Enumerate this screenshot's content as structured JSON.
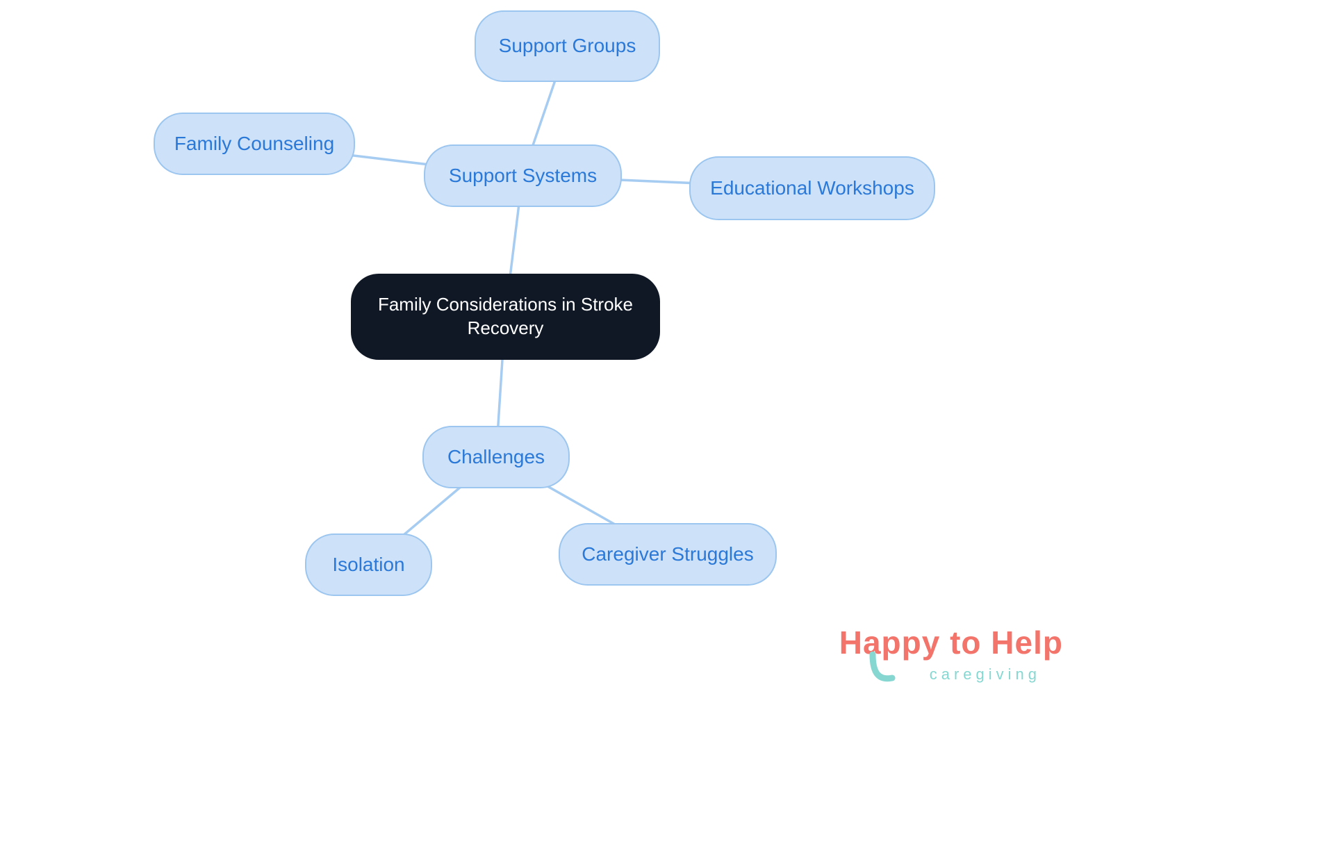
{
  "mindmap": {
    "center": {
      "label": "Family Considerations in Stroke Recovery"
    },
    "nodes": {
      "support_systems": {
        "label": "Support Systems"
      },
      "support_groups": {
        "label": "Support Groups"
      },
      "family_counseling": {
        "label": "Family Counseling"
      },
      "educational_workshops": {
        "label": "Educational Workshops"
      },
      "challenges": {
        "label": "Challenges"
      },
      "isolation": {
        "label": "Isolation"
      },
      "caregiver_struggles": {
        "label": "Caregiver Struggles"
      }
    },
    "edges": [
      {
        "from": "support_groups",
        "to": "support_systems"
      },
      {
        "from": "family_counseling",
        "to": "support_systems"
      },
      {
        "from": "educational_workshops",
        "to": "support_systems"
      },
      {
        "from": "support_systems",
        "to": "center"
      },
      {
        "from": "center",
        "to": "challenges"
      },
      {
        "from": "challenges",
        "to": "isolation"
      },
      {
        "from": "challenges",
        "to": "caregiver_struggles"
      }
    ]
  },
  "logo": {
    "title": "Happy to Help",
    "subtitle": "caregiving"
  },
  "colors": {
    "node_fill": "#cde2f9",
    "node_border": "#9cc6ef",
    "node_text": "#2a78d8",
    "center_fill": "#101826",
    "center_text": "#ffffff",
    "edge": "#a6ccf2",
    "logo_primary": "#f3746b",
    "logo_secondary": "#86d7d1"
  }
}
